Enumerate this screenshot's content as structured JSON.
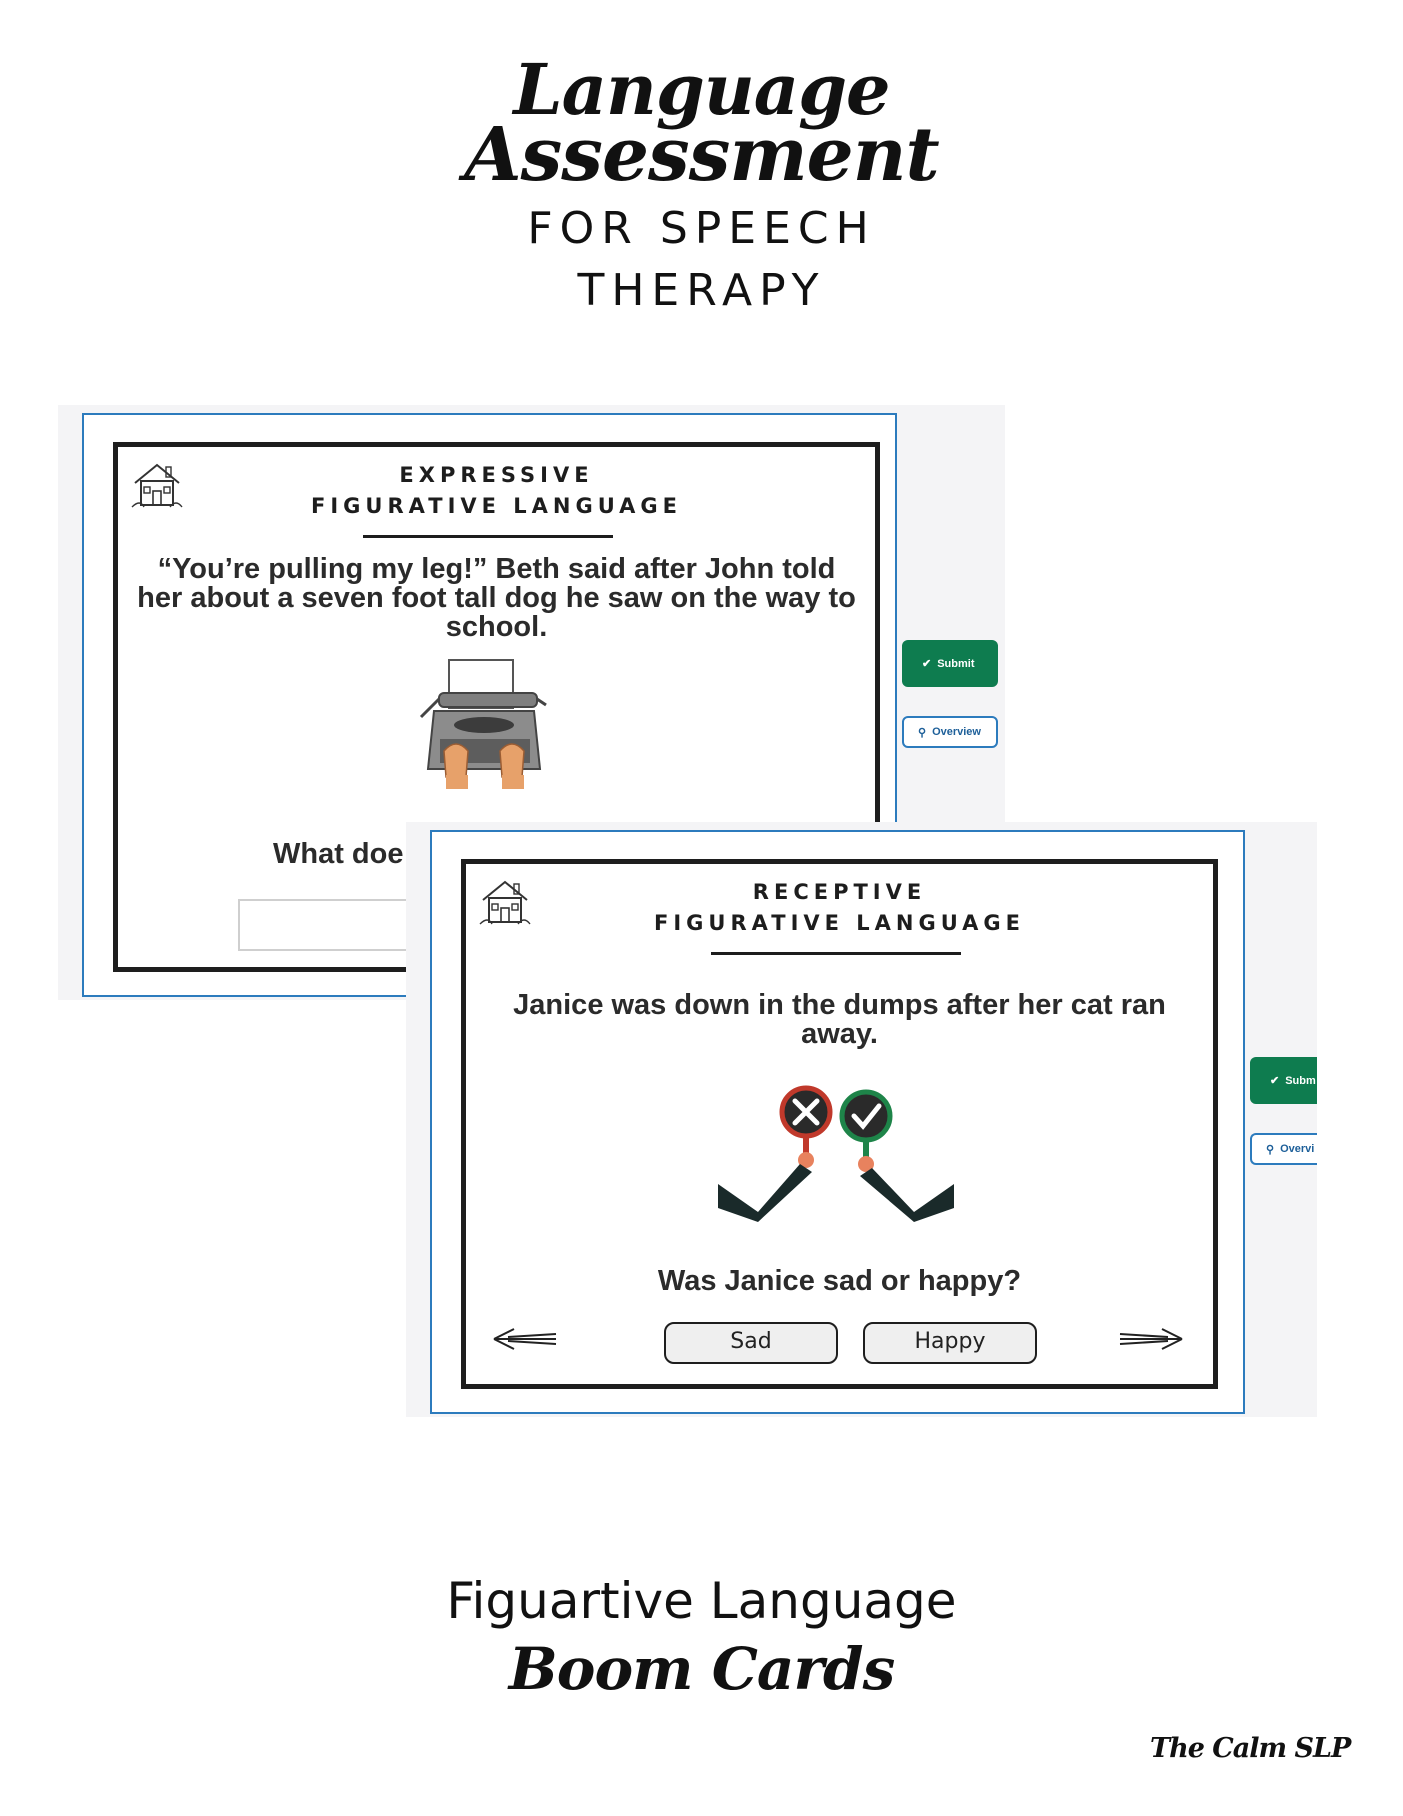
{
  "header": {
    "line1": "Language",
    "line2": "Assessment",
    "line3": "FOR SPEECH",
    "line4": "THERAPY"
  },
  "card1": {
    "title_line1": "EXPRESSIVE",
    "title_line2": "FIGURATIVE LANGUAGE",
    "prompt": "“You’re pulling my leg!” Beth said after John told her about a seven foot tall dog he saw on the way to school.",
    "question_partial": "What doe",
    "image_icon": "typewriter-icon",
    "home_icon": "house-icon",
    "submit_label": "Submit",
    "overview_label": "Overview"
  },
  "card2": {
    "title_line1": "RECEPTIVE",
    "title_line2": "FIGURATIVE LANGUAGE",
    "prompt": "Janice was down in the dumps after her cat ran away.",
    "question": "Was Janice sad or happy?",
    "choices": [
      "Sad",
      "Happy"
    ],
    "image_icon": "yes-no-paddles-icon",
    "home_icon": "house-icon",
    "submit_label": "Subm",
    "overview_label": "Overvi",
    "colors": {
      "no": "#c0392b",
      "yes": "#1e8449"
    }
  },
  "footer": {
    "title": "Figuartive Language",
    "subtitle": "Boom Cards",
    "brand": "The Calm SLP"
  },
  "colors": {
    "frame": "#2c7bbd",
    "submit": "#0e7c4f",
    "card_border": "#1e1e1e"
  }
}
